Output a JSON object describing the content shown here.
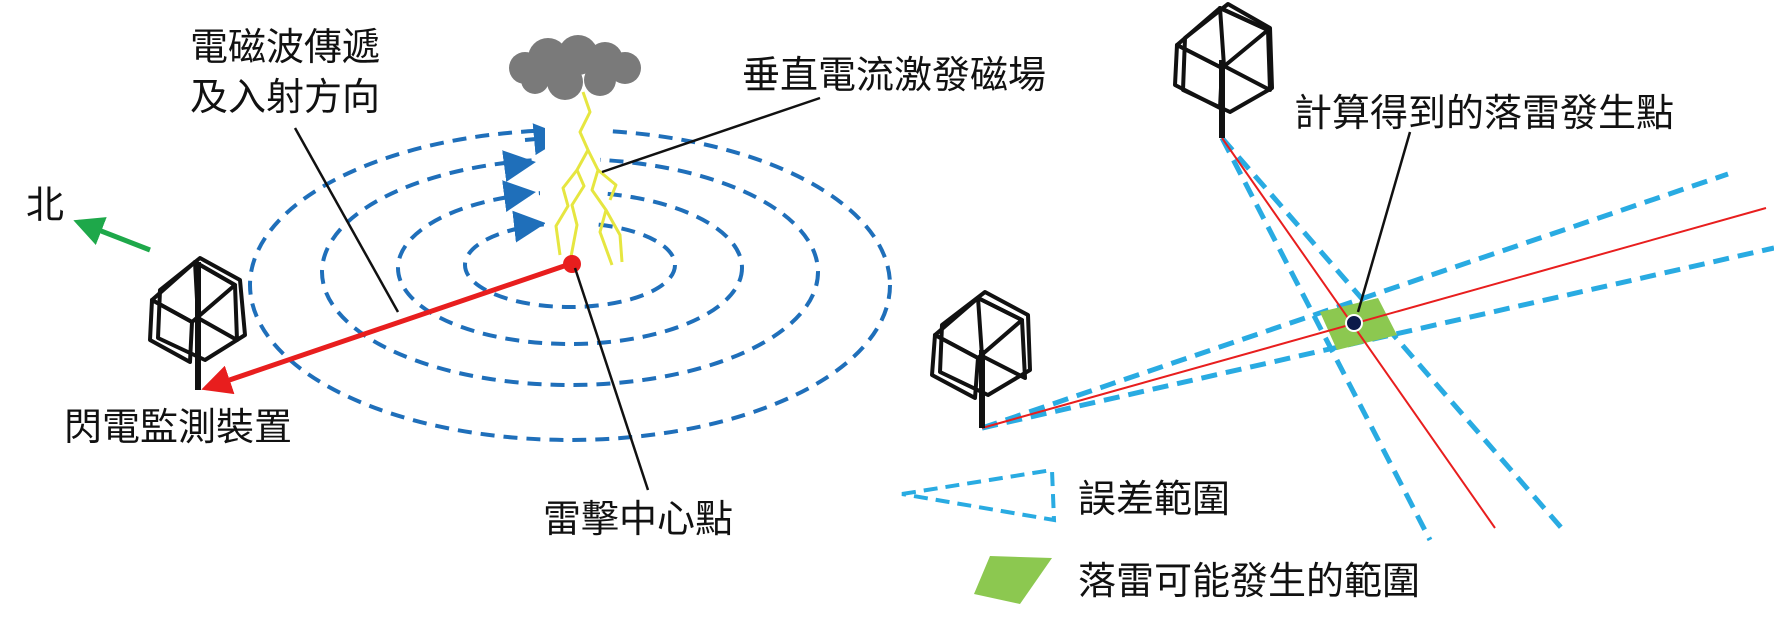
{
  "left_diagram": {
    "propagation_label_line1": "電磁波傳遞",
    "propagation_label_line2": "及入射方向",
    "field_label": "垂直電流激發磁場",
    "north_label": "北",
    "detector_label": "閃電監測裝置",
    "strike_center_label": "雷擊中心點"
  },
  "right_diagram": {
    "computed_point_label": "計算得到的落雷發生點",
    "legend": {
      "error_range_label": "誤差範圍",
      "possible_area_label": "落雷可能發生的範圍"
    }
  },
  "colors": {
    "field_lines": "#1f6fba",
    "incident_arrow": "#e81e1e",
    "north_arrow": "#1ea84a",
    "lightning": "#f0f03c",
    "cloud": "#7a7a7a",
    "error_lines": "#29abe2",
    "bearing_lines": "#e81e1e",
    "possible_area": "#8cc850",
    "computed_point": "#0b1a4a"
  },
  "icons": [
    "cloud-icon",
    "lightning-bolt-icon",
    "antenna-icon"
  ]
}
